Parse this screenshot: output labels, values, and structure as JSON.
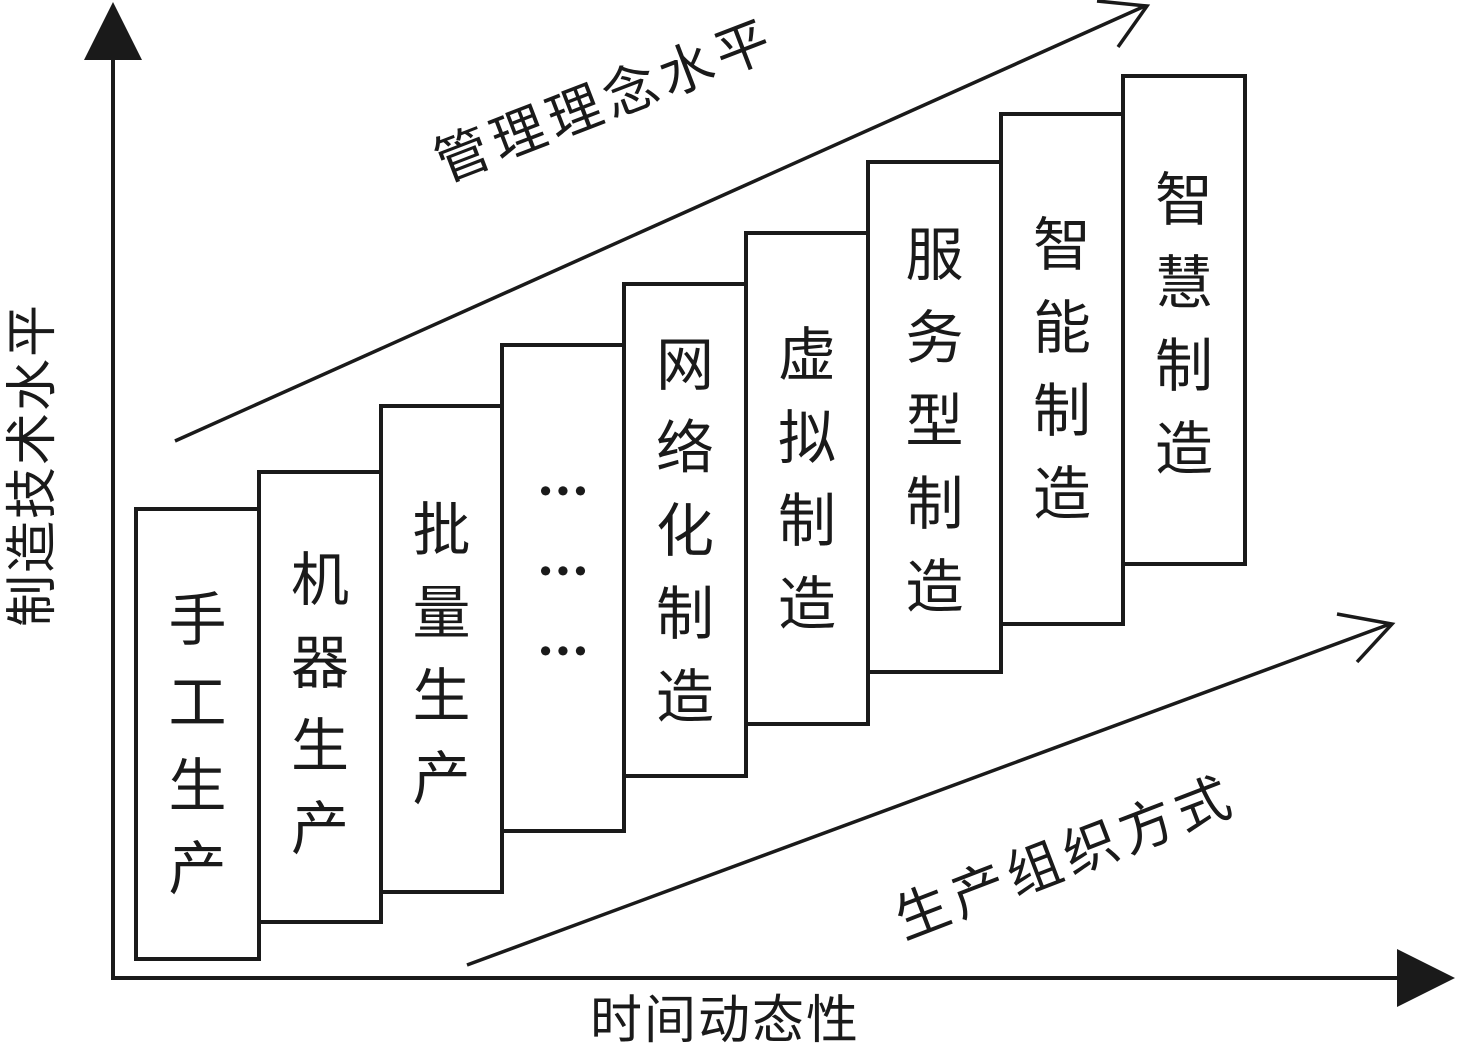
{
  "axes": {
    "y_label": "制造技术水平",
    "x_label": "时间动态性"
  },
  "trend_labels": {
    "upper": "管理理念水平",
    "lower": "生产组织方式"
  },
  "steps": [
    {
      "label": "手工生产"
    },
    {
      "label": "机器生产"
    },
    {
      "label": "批量生产"
    },
    {
      "label": "……"
    },
    {
      "label": "网络化制造"
    },
    {
      "label": "虚拟制造"
    },
    {
      "label": "服务型制造"
    },
    {
      "label": "智能制造"
    },
    {
      "label": "智慧制造"
    }
  ],
  "colors": {
    "stroke": "#1a1a1a",
    "background": "#ffffff"
  }
}
